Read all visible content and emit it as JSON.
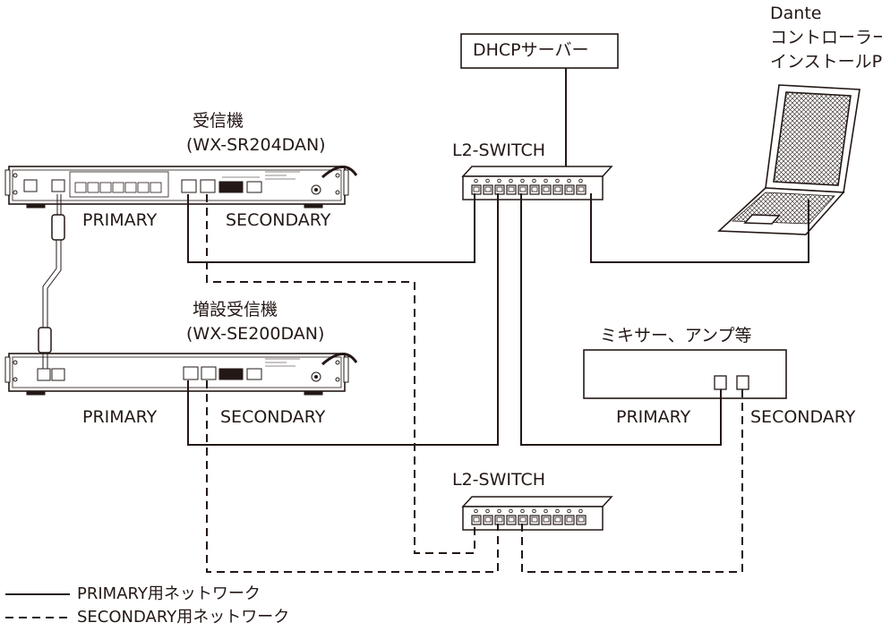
{
  "labels": {
    "dhcp": "DHCPサーバー",
    "pc_line1": "Dante",
    "pc_line2": "コントローラー",
    "pc_line3": "インストールPC",
    "receiver_line1": "受信機",
    "receiver_line2": "(WX-SR204DAN)",
    "expansion_line1": "増設受信機",
    "expansion_line2": "(WX-SE200DAN)",
    "switch_top": "L2-SWITCH",
    "switch_bottom": "L2-SWITCH",
    "mixer": "ミキサー、アンプ等",
    "primary": "PRIMARY",
    "secondary": "SECONDARY"
  },
  "legend": {
    "primary_network": "PRIMARY用ネットワーク",
    "secondary_network": "SECONDARY用ネットワーク"
  },
  "colors": {
    "line": "#231815",
    "background": "#ffffff"
  }
}
